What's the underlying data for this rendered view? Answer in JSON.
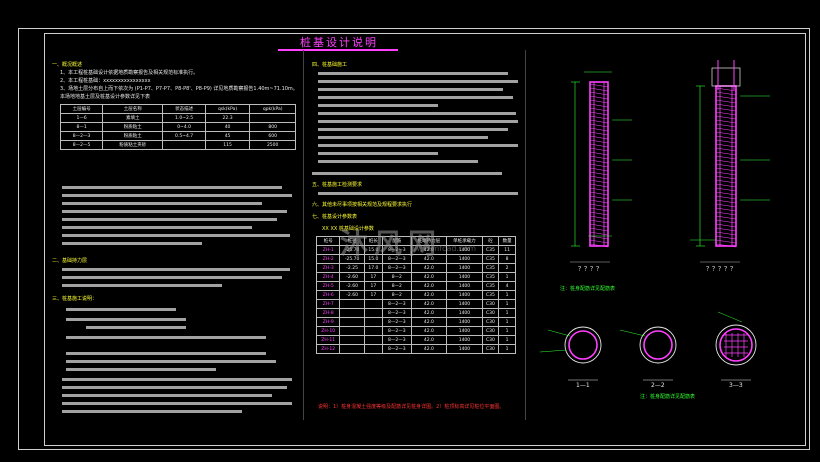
{
  "drawing": {
    "title": "桩基设计说明",
    "watermark": "沐风网",
    "watermark_url": "www.mfcad.com"
  },
  "left_column": {
    "sec1_head": "一、概况概述",
    "sec1_l1": "1、本工程桩基础设计依据地质勘察报告及相关规范标准执行。",
    "sec1_l2": "2、本工程桩基础：xxxxxxxxxxxxxxxx",
    "sec1_l3": "3、场地土层分布自上而下依次为 (P1-P7、P7-P7、P8-P8'、P8-P9) 详见地质勘察报告1.40m~71.10m。",
    "sec1_l4": "本场地地基土层及桩基设计参数详见下表",
    "sec2_head": "二、基础持力层",
    "sec3_head": "三、桩基施工说明："
  },
  "soil_table": {
    "headers": [
      "土层编号",
      "土层名称",
      "状态描述",
      "qsk(kPa)",
      "qpk(kPa)"
    ],
    "rows": [
      [
        "1—6",
        "素填土",
        "1.0~2.5",
        "22.3",
        ""
      ],
      [
        "8—1",
        "粉质粘土",
        "0~4.0",
        "40",
        "800"
      ],
      [
        "8—2—3",
        "粉质粘土",
        "0.5~4.7",
        "45",
        "600"
      ],
      [
        "8—2—5",
        "粉质粘土夹砂",
        "",
        "115",
        "2500"
      ]
    ]
  },
  "middle_column": {
    "sec4_head": "四、桩基础施工",
    "sec5_head": "五、桩基施工检测要求",
    "sec6_head": "六、其他未尽事项按相关规范及规程要求执行",
    "sec7_head": "七、桩基设计参数表",
    "sec_sub": "XX XX 桩基础设计参数",
    "footnote": "说明：1）桩身混凝土强度等级及配筋详见桩身详图。2）桩顶标高详见桩位平面图。"
  },
  "pile_table": {
    "headers": [
      "桩号",
      "桩径",
      "桩长",
      "配筋",
      "桩端持力层",
      "单桩承载力",
      "砼",
      "数量"
    ],
    "rows": [
      [
        "ZH-1",
        "-25.70",
        "15.0",
        "8—2—3",
        "42.0",
        "1400",
        "C35",
        "11"
      ],
      [
        "ZH-2",
        "-25.70",
        "15.0",
        "8—2—3",
        "42.0",
        "1400",
        "C35",
        "8"
      ],
      [
        "ZH-3",
        "-2.25",
        "17.0",
        "8—2—3",
        "42.0",
        "1400",
        "C35",
        "2"
      ],
      [
        "ZH-4",
        "-2.60",
        "17",
        "8—2",
        "42.0",
        "1400",
        "C35",
        "1"
      ],
      [
        "ZH-5",
        "-2.60",
        "17",
        "8—2",
        "42.0",
        "1400",
        "C35",
        "4"
      ],
      [
        "ZH-6",
        "-2.60",
        "17",
        "8—2",
        "42.0",
        "1400",
        "C35",
        "1"
      ],
      [
        "ZH-7",
        "",
        "",
        "8—2—3",
        "42.0",
        "1400",
        "C30",
        "1"
      ],
      [
        "ZH-8",
        "",
        "",
        "8—2—3",
        "42.0",
        "1400",
        "C30",
        "1"
      ],
      [
        "ZH-9",
        "",
        "",
        "8—2—3",
        "42.0",
        "1400",
        "C30",
        "1"
      ],
      [
        "ZH-10",
        "",
        "",
        "8—2—3",
        "42.0",
        "1400",
        "C30",
        "1"
      ],
      [
        "ZH-11",
        "",
        "",
        "8—2—3",
        "42.0",
        "1400",
        "C30",
        "1"
      ],
      [
        "ZH-12",
        "",
        "",
        "8—2—3",
        "42.0",
        "1400",
        "C30",
        "1"
      ]
    ]
  },
  "details": {
    "pile1_caption": "？？？？",
    "pile2_caption": "？？？？？",
    "sec1_label": "1—1",
    "sec2_label": "2—2",
    "sec3_label": "3—3",
    "note_1": "注：桩身配筋详见配筋表",
    "note_2": "注：桩身配筋详见配筋表"
  },
  "colors": {
    "title": "#ff40ff",
    "rebar": "#ff40ff",
    "dim": "#33ff33",
    "text": "#e8e8e8",
    "heading": "#ffff33"
  }
}
